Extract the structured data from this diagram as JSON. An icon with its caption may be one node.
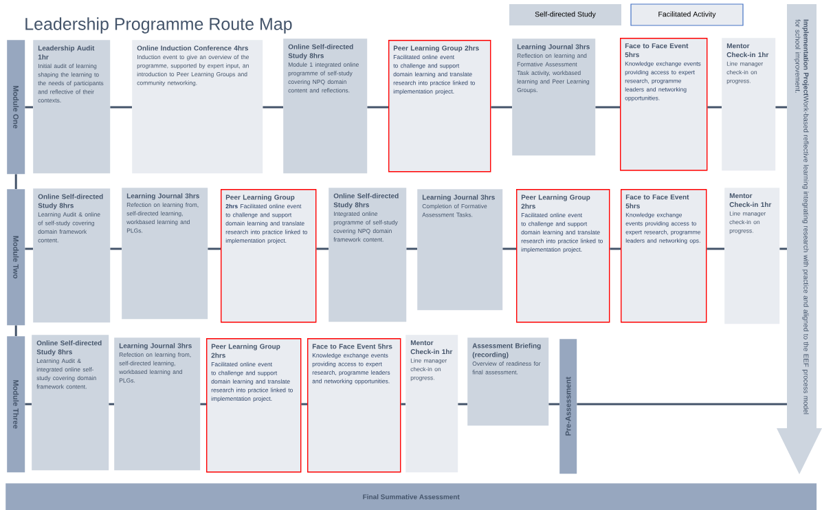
{
  "diagram": {
    "title": "Leadership Programme Route Map",
    "nodes": [
      {
        "text": [
          "Module One"
        ]
      },
      {
        "text": [
          "Leadership Audit 1hr",
          "Initial audit of learning shaping the learning to the needs of participants and reflective of their contexts."
        ]
      },
      {
        "text": [
          "Online Induction Conference 4hrs",
          "Induction event to give an overview of the programme, supported by expert input, an introduction to Peer Learning Groups and community networking."
        ]
      },
      {
        "text": [
          "Online Self-directed Study 8hrs",
          "Module 1 integrated online programme of self-study covering NPQ domain content and reflections."
        ]
      },
      {
        "text": [
          "Peer Learning Group 2hrs",
          "Facilitated online event to challenge and support domain learning and translate research into practice linked to implementation project."
        ]
      },
      {
        "text": [
          "Learning Journal 3hrs",
          "Reflection on learning and Formative Assessment Task activity, workbased learning and Peer Learning Groups."
        ]
      },
      {
        "text": [
          "Face to Face Event 5hrs",
          "Knowledge exchange events providing access to expert research, programme leaders and networking opportunities."
        ]
      },
      {
        "text": [
          "Mentor Check-in 1hr",
          "Line manager check-in on progress."
        ]
      },
      {
        "text": [
          "Module Two"
        ]
      },
      {
        "text": [
          "Online Self-directed Study 8hrs",
          "Learning Audit & online of self-study covering domain framework content."
        ]
      },
      {
        "text": [
          "Learning Journal 3hrs",
          "Refection on learning from, self-directed learning, workbased learning and PLGs."
        ]
      },
      {
        "text": [
          "Peer Learning Group",
          "**2hrs** Facilitated online event to challenge and support domain learning and translate research into practice linked to implementation project."
        ]
      },
      {
        "text": [
          "Online Self-directed Study 8hrs",
          "Integrated online programme of self-study covering NPQ domain framework content."
        ]
      },
      {
        "text": [
          "Learning Journal 3hrs",
          "Completion of Formative Assessment Tasks."
        ]
      },
      {
        "text": [
          "Peer Learning Group 2hrs",
          "Facilitated online event to challenge and support domain learning and translate research into practice linked to implementation project."
        ]
      },
      {
        "text": [
          "Face to Face Event 5hrs",
          "Knowledge exchange events providing access to expert research, programme leaders and networking ops."
        ]
      },
      {
        "text": [
          "Mentor Check-in 1hr",
          "Line manager check-in on progress."
        ]
      },
      {
        "text": [
          "Module Three"
        ]
      },
      {
        "text": [
          "Online Self-directed Study 8hrs",
          "Learning Audit & integrated online self-study covering domain framework content."
        ]
      },
      {
        "text": [
          "Learning Journal 3hrs",
          "Refection on learning from, self-directed learning, workbased learning and PLGs."
        ]
      },
      {
        "text": [
          "Peer Learning Group 2hrs",
          "Facilitated online event to challenge and support domain learning and translate research into practice linked to implementation project."
        ]
      },
      {
        "text": [
          "Face to Face Event 5hrs",
          "Knowledge exchange events providing access to expert research, programme leaders and networking opportunities."
        ]
      },
      {
        "text": [
          "Mentor Check-in 1hr",
          "Line manager check-in on progress."
        ]
      },
      {
        "text": [
          "Assessment Briefing (recording)",
          "Overview of readiness for final assessment."
        ]
      },
      {
        "text": [
          "Pre-Assessment"
        ]
      },
      {
        "text": [
          "**Implementation Project**Work-based reflective learning integrating research with practice and aligned to the EEF process model for school improvement."
        ]
      },
      {
        "text": [
          "Final Summative Assessment"
        ]
      }
    ],
    "edges": [
      {
        "from": 0,
        "to": 1,
        "arrow": "none"
      },
      {
        "from": 1,
        "to": 2,
        "arrow": "none"
      },
      {
        "from": 2,
        "to": 3,
        "arrow": "none"
      },
      {
        "from": 3,
        "to": 4,
        "arrow": "none"
      },
      {
        "from": 4,
        "to": 5,
        "arrow": "none"
      },
      {
        "from": 5,
        "to": 6,
        "arrow": "none"
      },
      {
        "from": 6,
        "to": 7,
        "arrow": "none"
      },
      {
        "from": 7,
        "to": 25,
        "arrow": "none"
      },
      {
        "from": 0,
        "to": 8,
        "arrow": "none"
      },
      {
        "from": 8,
        "to": 9,
        "arrow": "none"
      },
      {
        "from": 9,
        "to": 10,
        "arrow": "none"
      },
      {
        "from": 10,
        "to": 11,
        "arrow": "none"
      },
      {
        "from": 11,
        "to": 12,
        "arrow": "none"
      },
      {
        "from": 12,
        "to": 13,
        "arrow": "none"
      },
      {
        "from": 13,
        "to": 14,
        "arrow": "none"
      },
      {
        "from": 14,
        "to": 15,
        "arrow": "none"
      },
      {
        "from": 15,
        "to": 16,
        "arrow": "none"
      },
      {
        "from": 16,
        "to": 25,
        "arrow": "none"
      },
      {
        "from": 8,
        "to": 17,
        "arrow": "none"
      },
      {
        "from": 17,
        "to": 18,
        "arrow": "none"
      },
      {
        "from": 18,
        "to": 19,
        "arrow": "none"
      },
      {
        "from": 19,
        "to": 20,
        "arrow": "none"
      },
      {
        "from": 20,
        "to": 21,
        "arrow": "none"
      },
      {
        "from": 21,
        "to": 22,
        "arrow": "none"
      },
      {
        "from": 22,
        "to": 23,
        "arrow": "none"
      },
      {
        "from": 23,
        "to": 24,
        "arrow": "none"
      },
      {
        "from": 24,
        "to": 25,
        "arrow": "none"
      }
    ],
    "legend": [
      {
        "text": "Self-directed Study",
        "color": "#cdd5df"
      },
      {
        "text": "Facilitated Activity",
        "color": "#e9ecf1"
      }
    ]
  }
}
